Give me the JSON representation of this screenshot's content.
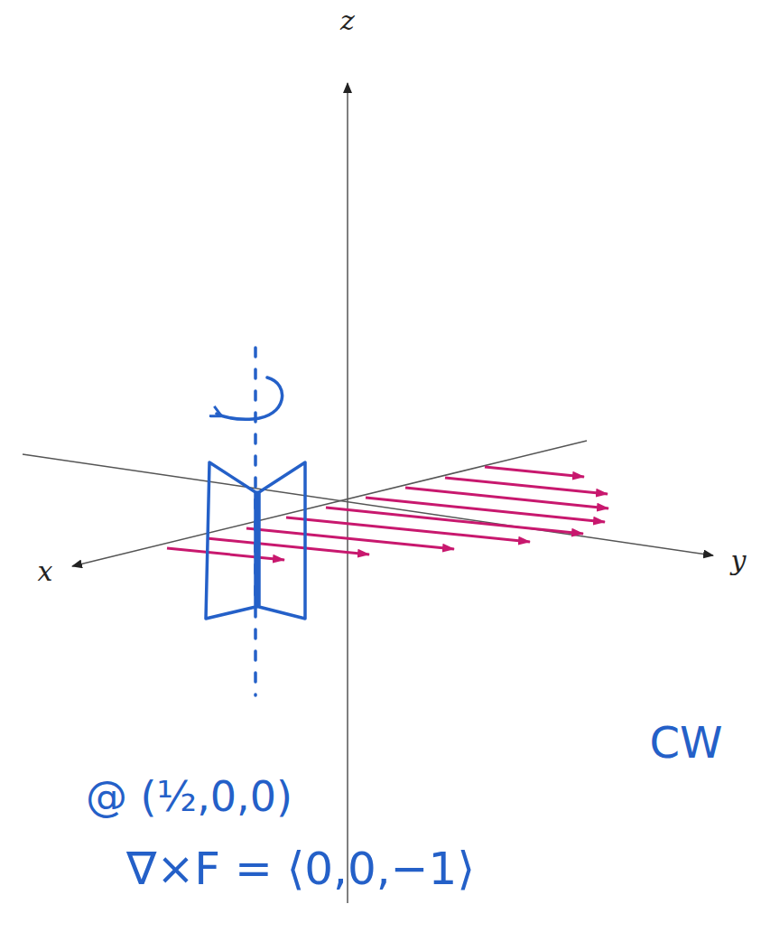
{
  "diagram": {
    "labels": [
      "z",
      "x",
      "y",
      "CW",
      "@ (½,0,0)",
      "∇×F = ⟨0,0,−1⟩"
    ]
  }
}
